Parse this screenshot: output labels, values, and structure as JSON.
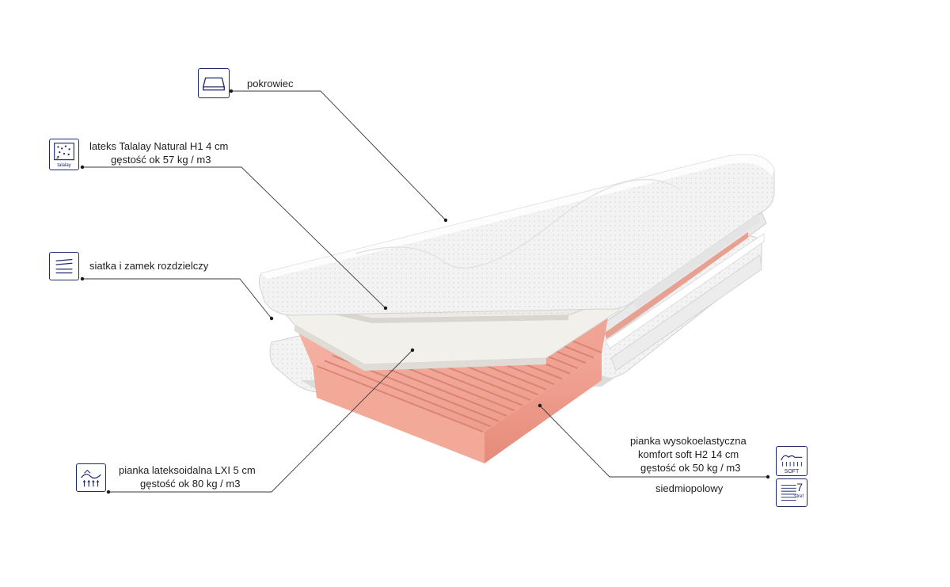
{
  "labels": {
    "cover": "pokrowiec",
    "latex_line1": "lateks Talalay Natural H1 4 cm",
    "latex_line2": "gęstość ok 57 kg / m3",
    "mesh_zip": "siatka i zamek rozdzielczy",
    "lxi_line1": "pianka lateksoidalna LXI 5 cm",
    "lxi_line2": "gęstość ok 80 kg / m3",
    "he_line1": "pianka wysokoelastyczna",
    "he_line2": "komfort soft H2 14 cm",
    "he_line3": "gęstość ok 50 kg / m3",
    "zones": "siedmiopolowy"
  },
  "icons": {
    "cover": "mattress-cover-icon",
    "latex": "talalay-latex-icon",
    "latex_caption": "talalay",
    "mesh": "layers-mesh-icon",
    "lxi": "lxi-foam-icon",
    "soft": "soft-comfort-icon",
    "soft_caption": "SOFT",
    "zones": "seven-zone-icon",
    "zones_number": "7",
    "zones_caption": "stref"
  },
  "colors": {
    "icon_stroke": "#1f2a6b",
    "leader_line": "#3a3a3a",
    "cover_fabric": "#f2f2f2",
    "latex_layer": "#ecebe6",
    "lxi_layer": "#f0efea",
    "he_foam": "#f0a294"
  }
}
